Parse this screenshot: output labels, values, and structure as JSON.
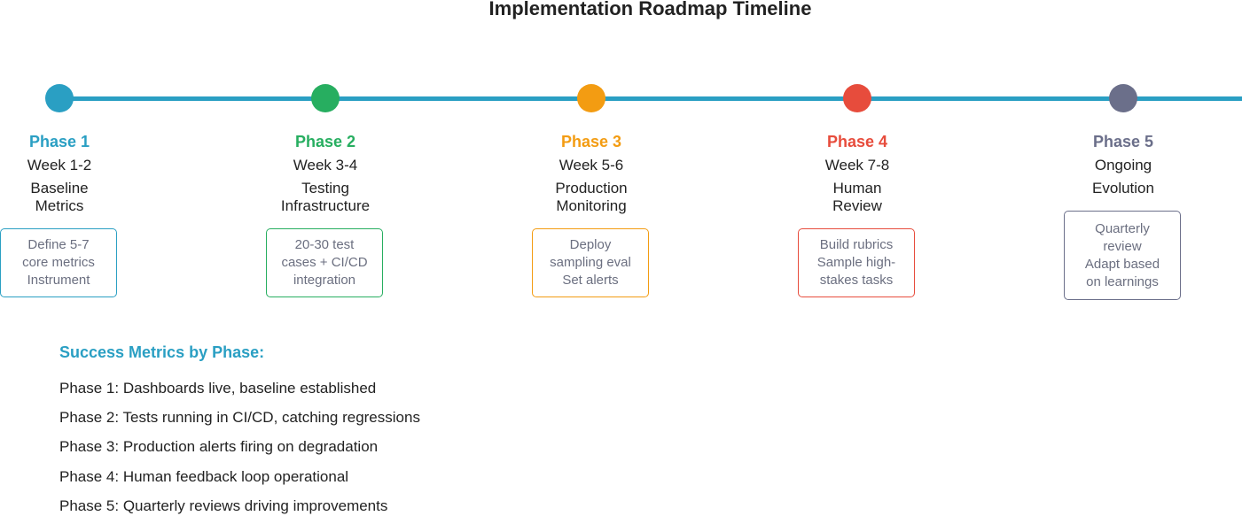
{
  "title": "Implementation Roadmap Timeline",
  "colors": {
    "timeline": "#2a9fc3",
    "phase1": "#2a9fc3",
    "phase2": "#27ae60",
    "phase3": "#f39c12",
    "phase4": "#e74c3c",
    "phase5": "#6b6f8a"
  },
  "phases": [
    {
      "name": "Phase 1",
      "week": "Week 1-2",
      "label_lines": [
        "Baseline",
        "Metrics"
      ],
      "box_lines": [
        "Define 5-7",
        "core metrics",
        "Instrument"
      ]
    },
    {
      "name": "Phase 2",
      "week": "Week 3-4",
      "label_lines": [
        "Testing",
        "Infrastructure"
      ],
      "box_lines": [
        "20-30 test",
        "cases + CI/CD",
        "integration"
      ]
    },
    {
      "name": "Phase 3",
      "week": "Week 5-6",
      "label_lines": [
        "Production",
        "Monitoring"
      ],
      "box_lines": [
        "Deploy",
        "sampling eval",
        "Set alerts"
      ]
    },
    {
      "name": "Phase 4",
      "week": "Week 7-8",
      "label_lines": [
        "Human",
        "Review"
      ],
      "box_lines": [
        "Build rubrics",
        "Sample high-",
        "stakes tasks"
      ]
    },
    {
      "name": "Phase 5",
      "week": "Ongoing",
      "label_lines": [
        "Evolution"
      ],
      "box_lines": [
        "Quarterly",
        "review",
        "Adapt based",
        "on learnings"
      ]
    }
  ],
  "metrics": {
    "heading": "Success Metrics by Phase:",
    "items": [
      "Phase 1: Dashboards live, baseline established",
      "Phase 2: Tests running in CI/CD, catching regressions",
      "Phase 3: Production alerts firing on degradation",
      "Phase 4: Human feedback loop operational",
      "Phase 5: Quarterly reviews driving improvements"
    ]
  }
}
